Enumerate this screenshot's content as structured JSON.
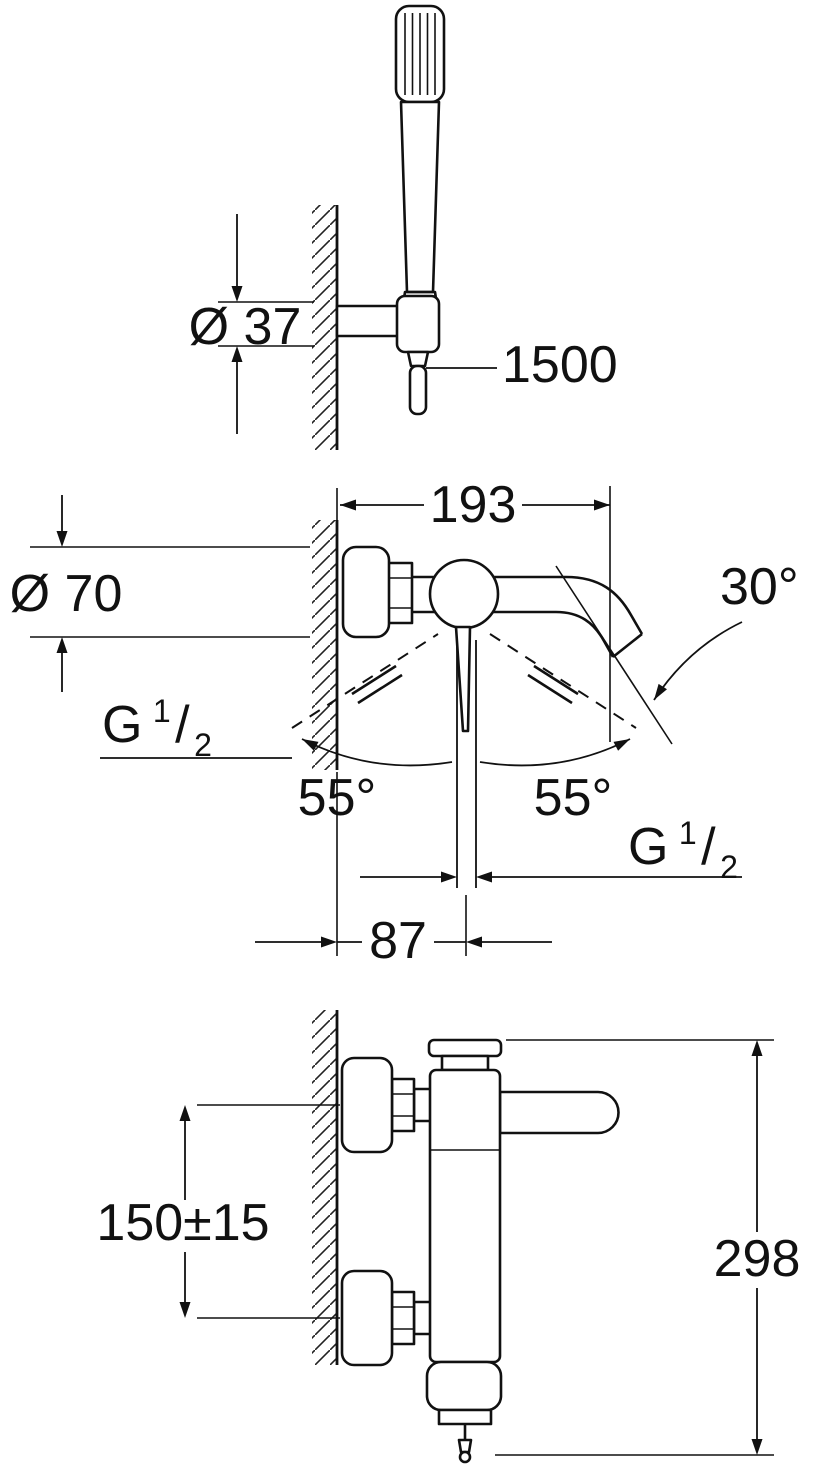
{
  "page": {
    "background": "#ffffff"
  },
  "drawing": {
    "stroke_color": "#111111",
    "dims": {
      "holder_diameter": "Ø 37",
      "hose_length": "1500",
      "projection_depth": "193",
      "spout_angle": "30°",
      "escutcheon_diameter": "Ø 70",
      "lever_swing_left": "55°",
      "lever_swing_right": "55°",
      "outlet_offset": "87",
      "connection_spacing": "150±15",
      "total_height": "298"
    },
    "thread": {
      "letter": "G",
      "numerator": "1",
      "slash": "/",
      "denominator": "2"
    }
  }
}
